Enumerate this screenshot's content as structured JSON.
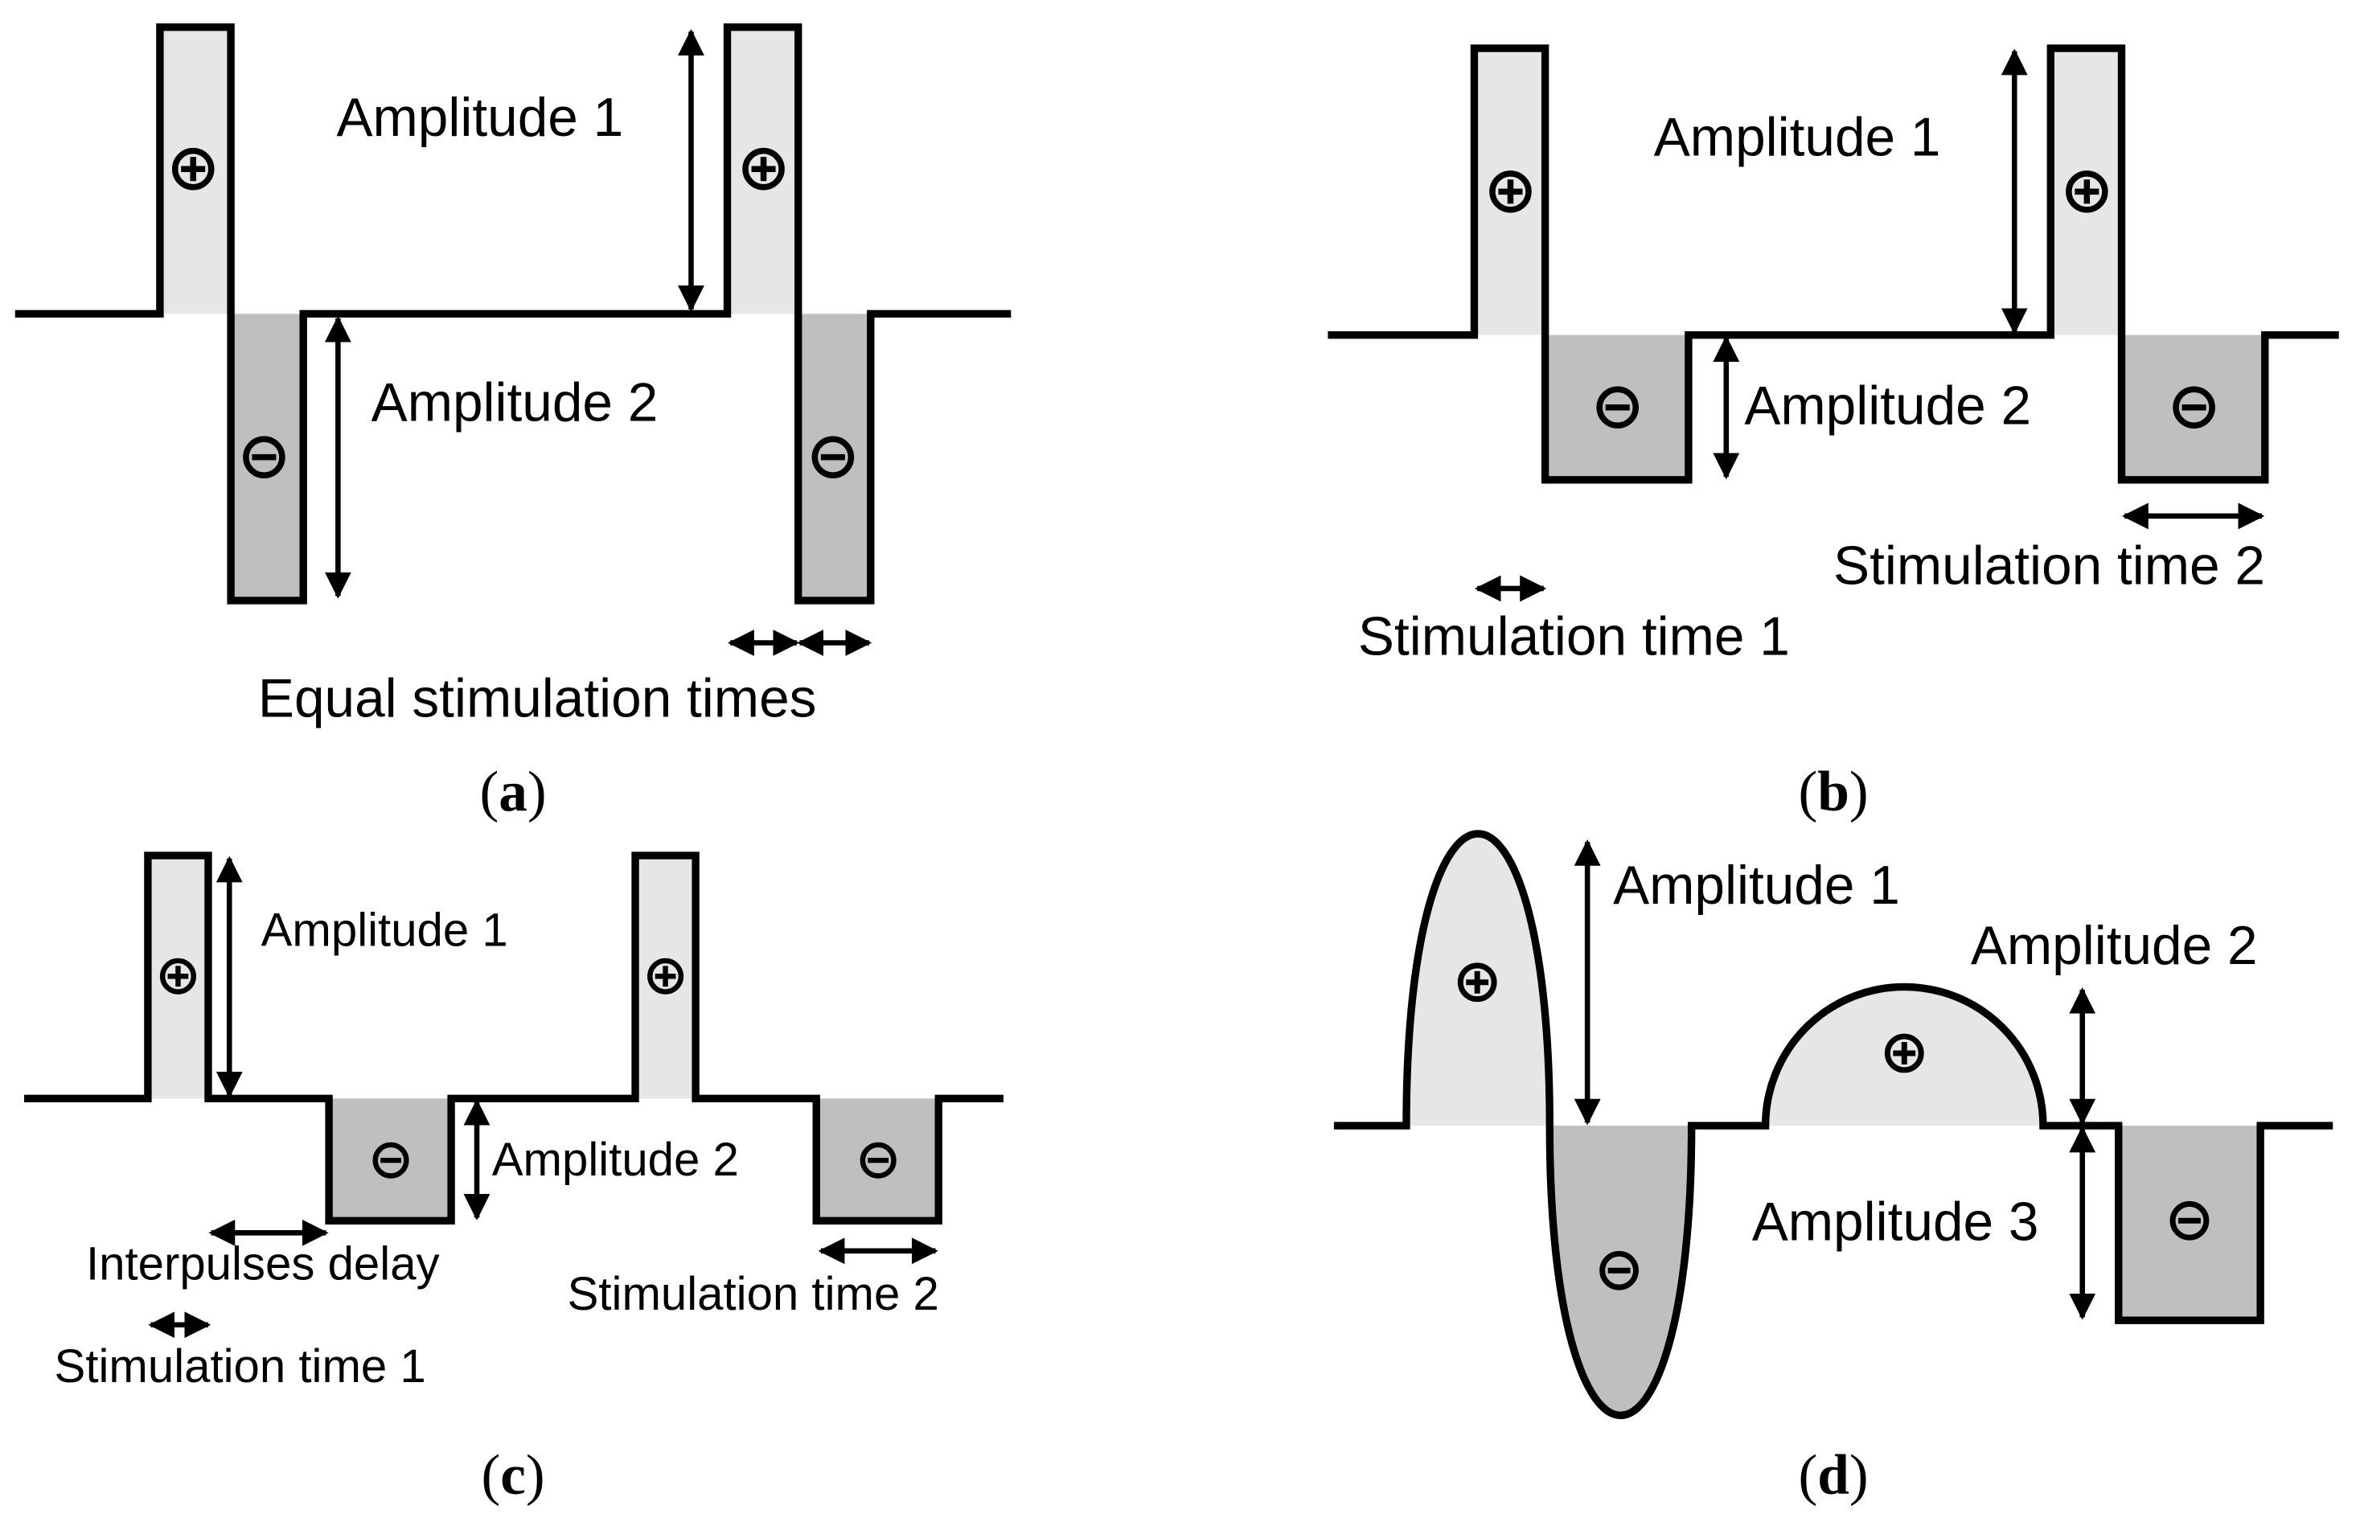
{
  "colors": {
    "positive_fill": "#e6e6e6",
    "negative_fill": "#bfbfbf",
    "stroke": "#000000",
    "background": "#ffffff"
  },
  "panels": {
    "a": {
      "amplitude_1": "Amplitude 1",
      "amplitude_2": "Amplitude 2",
      "equal_times": "Equal stimulation times",
      "caption_letter": "a"
    },
    "b": {
      "amplitude_1": "Amplitude 1",
      "amplitude_2": "Amplitude 2",
      "stim_time_1": "Stimulation time 1",
      "stim_time_2": "Stimulation time 2",
      "caption_letter": "b"
    },
    "c": {
      "amplitude_1": "Amplitude 1",
      "amplitude_2": "Amplitude 2",
      "interpulse_delay": "Interpulses delay",
      "stim_time_1": "Stimulation time 1",
      "stim_time_2": "Stimulation time 2",
      "caption_letter": "c"
    },
    "d": {
      "amplitude_1": "Amplitude 1",
      "amplitude_2": "Amplitude 2",
      "amplitude_3": "Amplitude 3",
      "caption_letter": "d"
    }
  },
  "icons": {
    "positive": "circled-plus-icon",
    "negative": "circled-minus-icon"
  }
}
